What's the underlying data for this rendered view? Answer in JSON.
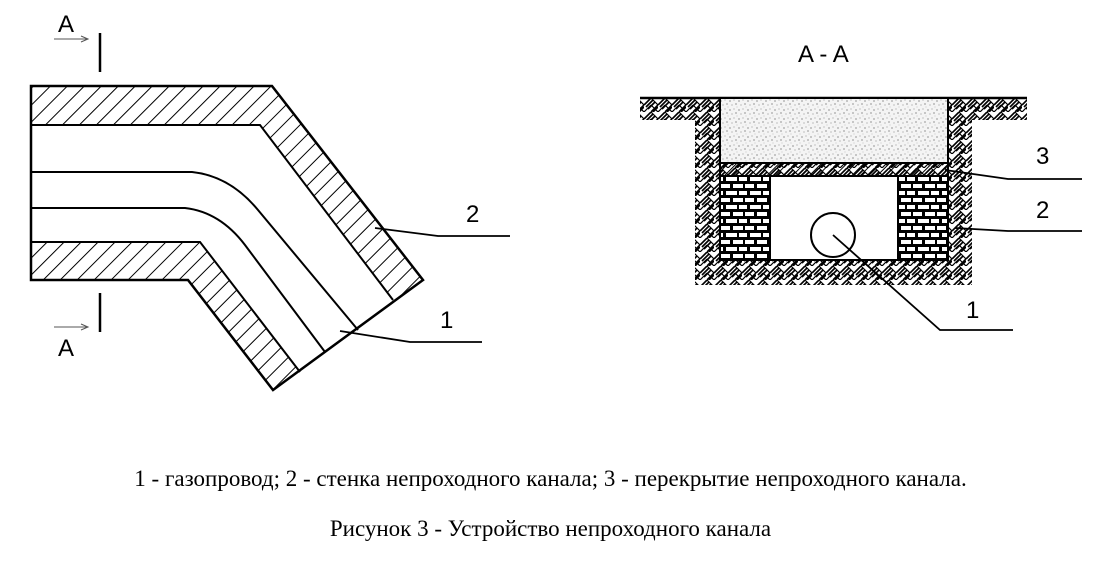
{
  "plan_view": {
    "section_label_top": "A",
    "section_label_bottom": "A",
    "callout_2": "2",
    "callout_1": "1"
  },
  "section_view": {
    "title": "A - A",
    "callout_3": "3",
    "callout_2": "2",
    "callout_1": "1"
  },
  "legend_caption": "1 - газопровод; 2 - стенка непроходного канала; 3 - перекрытие непроходного канала.",
  "figure_caption": "Рисунок 3 - Устройство непроходного канала",
  "colors": {
    "ink": "#000000",
    "background": "#ffffff"
  }
}
